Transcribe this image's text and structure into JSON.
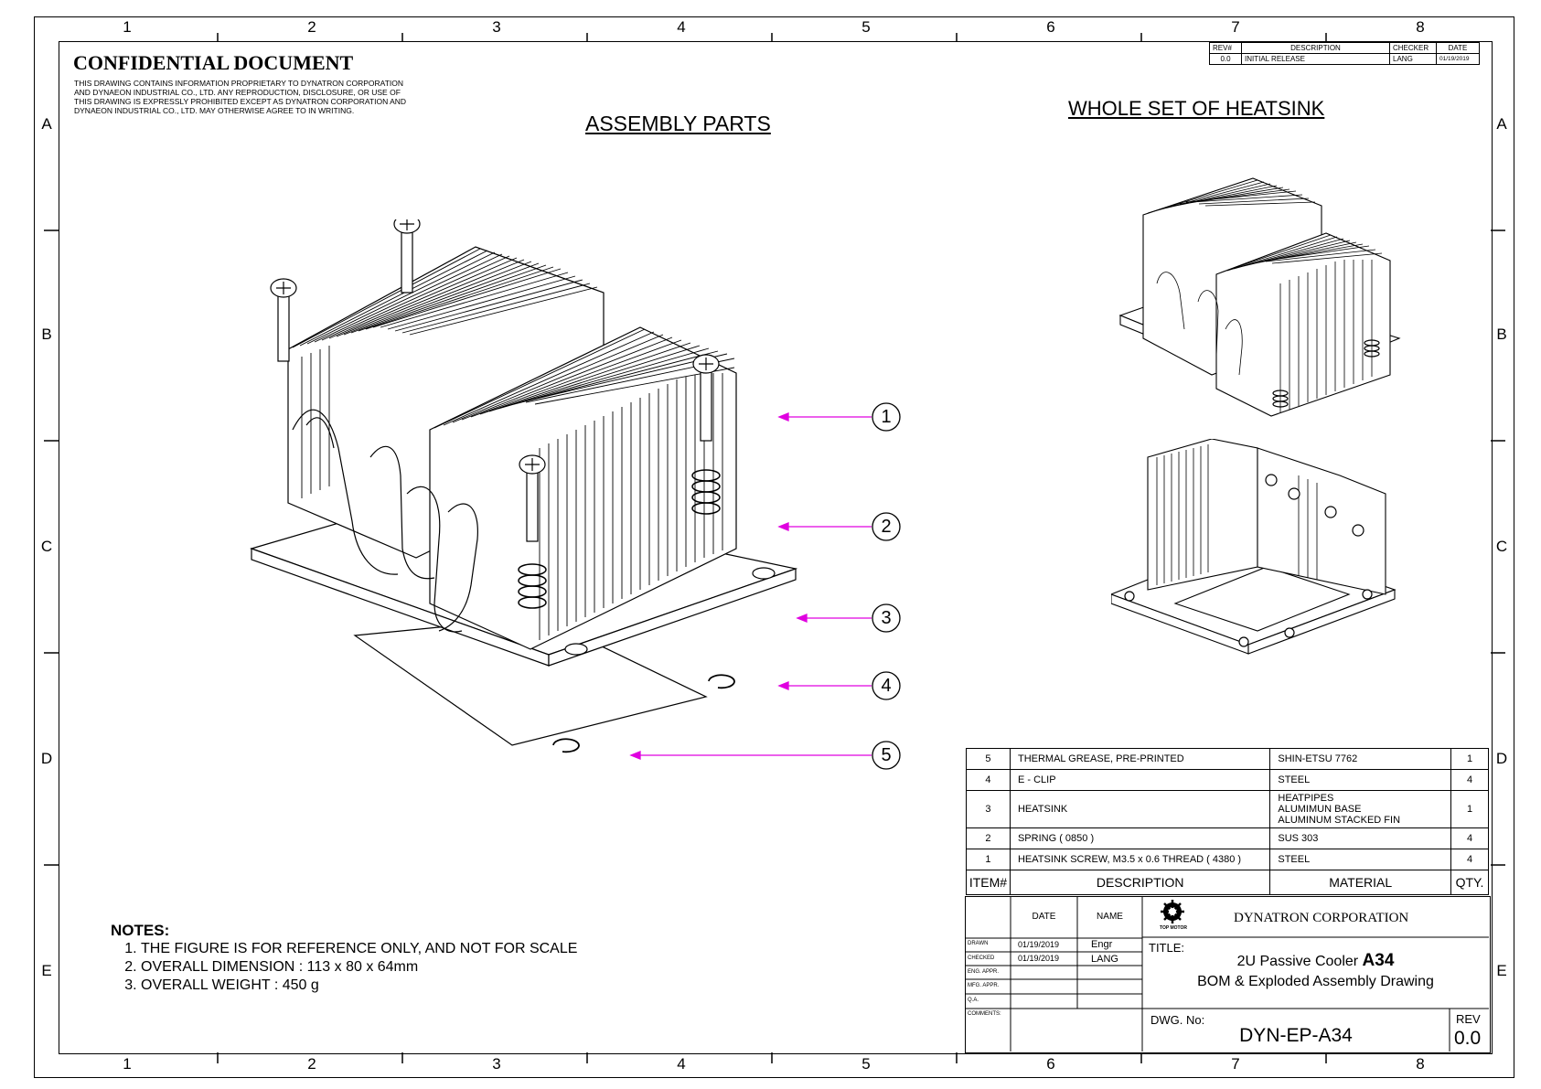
{
  "zones": {
    "columns": [
      "1",
      "2",
      "3",
      "4",
      "5",
      "6",
      "7",
      "8"
    ],
    "rows": [
      "A",
      "B",
      "C",
      "D",
      "E"
    ]
  },
  "header": {
    "title": "CONFIDENTIAL DOCUMENT",
    "lines": [
      "THIS DRAWING CONTAINS INFORMATION PROPRIETARY TO DYNATRON CORPORATION",
      "AND DYNAEON INDUSTRIAL CO., LTD. ANY REPRODUCTION, DISCLOSURE, OR USE OF",
      "THIS DRAWING IS EXPRESSLY PROHIBITED EXCEPT AS DYNATRON CORPORATION AND",
      "DYNAEON INDUSTRIAL CO., LTD. MAY OTHERWISE AGREE TO IN WRITING."
    ]
  },
  "revision_table": {
    "headers": [
      "REV#",
      "DESCRIPTION",
      "CHECKER",
      "DATE"
    ],
    "row": [
      "0.0",
      "INITIAL RELEASE",
      "LANG",
      "01/19/2019"
    ]
  },
  "views": {
    "assembly_title": "ASSEMBLY PARTS",
    "whole_title": "WHOLE SET OF HEATSINK"
  },
  "balloons": [
    "1",
    "2",
    "3",
    "4",
    "5"
  ],
  "bom": {
    "rows": [
      {
        "item": "5",
        "description": "THERMAL GREASE, PRE-PRINTED",
        "material": [
          "SHIN-ETSU 7762"
        ],
        "qty": "1"
      },
      {
        "item": "4",
        "description": "E - CLIP",
        "material": [
          "STEEL"
        ],
        "qty": "4"
      },
      {
        "item": "3",
        "description": "HEATSINK",
        "material": [
          "HEATPIPES",
          "ALUMIMUN BASE",
          "ALUMINUM STACKED FIN"
        ],
        "qty": "1"
      },
      {
        "item": "2",
        "description": "SPRING ( 0850 )",
        "material": [
          "SUS 303"
        ],
        "qty": "4"
      },
      {
        "item": "1",
        "description": "HEATSINK SCREW, M3.5 x 0.6  THREAD ( 4380 )",
        "material": [
          "STEEL"
        ],
        "qty": "4"
      }
    ],
    "headers": {
      "item": "ITEM#",
      "description": "DESCRIPTION",
      "material": "MATERIAL",
      "qty": "QTY."
    }
  },
  "notes": {
    "title": "NOTES",
    "items": [
      "THE FIGURE IS FOR REFERENCE ONLY, AND NOT FOR SCALE",
      "OVERALL DIMENSION : 113 x 80 x 64mm",
      "OVERALL WEIGHT : 450 g"
    ]
  },
  "title_block": {
    "col_date": "DATE",
    "col_name": "NAME",
    "rows": [
      {
        "label": "DRAWN",
        "date": "01/19/2019",
        "name": "Engr"
      },
      {
        "label": "CHECKED",
        "date": "01/19/2019",
        "name": "LANG"
      },
      {
        "label": "ENG. APPR.",
        "date": "",
        "name": ""
      },
      {
        "label": "MFG. APPR.",
        "date": "",
        "name": ""
      },
      {
        "label": "Q.A.",
        "date": "",
        "name": ""
      }
    ],
    "comments_label": "COMMENTS:",
    "logo_text": "TOP  MOTOR",
    "company": "DYNATRON CORPORATION",
    "title_label": "TITLE:",
    "title_line1_prefix": "2U Passive Cooler ",
    "title_line1_bold": "A34",
    "title_line2": "BOM & Exploded Assembly Drawing",
    "dwg_label": "DWG. No:",
    "dwg_no": "DYN-EP-A34",
    "rev_label": "REV",
    "rev": "0.0"
  }
}
